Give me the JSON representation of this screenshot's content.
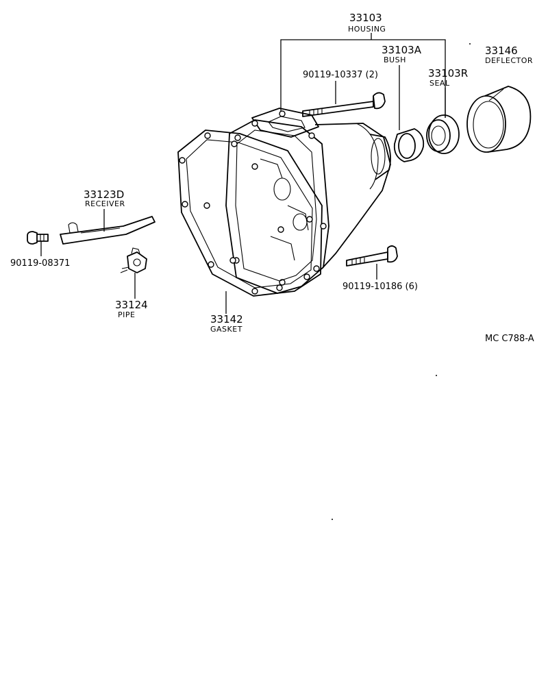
{
  "diagram_code": "MC  C788-A",
  "parts": {
    "housing": {
      "number": "33103",
      "name": "HOUSING"
    },
    "bush": {
      "number": "33103A",
      "name": "BUSH"
    },
    "seal": {
      "number": "33103R",
      "name": "SEAL"
    },
    "deflector": {
      "number": "33146",
      "name": "DEFLECTOR"
    },
    "bolt_top": {
      "number": "90119-10337 (2)"
    },
    "receiver": {
      "number": "33123D",
      "name": "RECEIVER"
    },
    "bolt_left": {
      "number": "90119-08371"
    },
    "pipe": {
      "number": "33124",
      "name": "PIPE"
    },
    "gasket": {
      "number": "33142",
      "name": "GASKET"
    },
    "bolt_bottom": {
      "number": "90119-10186 (6)"
    }
  }
}
